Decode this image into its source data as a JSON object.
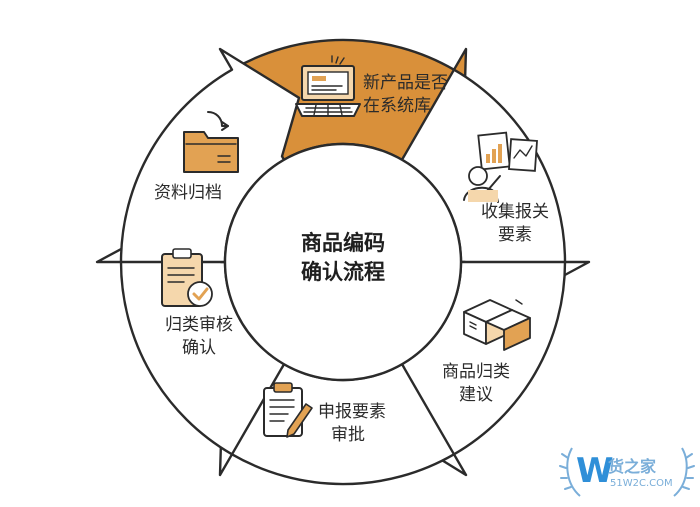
{
  "diagram": {
    "center_title": [
      "商品编码",
      "确认流程"
    ],
    "active_step": 0,
    "steps": [
      {
        "lines": [
          "新产品是否",
          "在系统库"
        ],
        "icon": "laptop-icon"
      },
      {
        "lines": [
          "收集报关",
          "要素"
        ],
        "icon": "person-reviewing-charts-icon"
      },
      {
        "lines": [
          "商品归类",
          "建议"
        ],
        "icon": "boxes-icon"
      },
      {
        "lines": [
          "申报要素",
          "审批"
        ],
        "icon": "clipboard-pen-icon"
      },
      {
        "lines": [
          "归类审核",
          "确认"
        ],
        "icon": "clipboard-check-icon"
      },
      {
        "lines": [
          "资料归档"
        ],
        "icon": "folder-icon"
      }
    ],
    "colors": {
      "active_segment": "#d9903a",
      "outline": "#2b2b2b",
      "icon_accent": "#e2a253"
    }
  },
  "watermark": {
    "letter": "W",
    "brand": "货之家",
    "site": "51W2C.COM"
  }
}
